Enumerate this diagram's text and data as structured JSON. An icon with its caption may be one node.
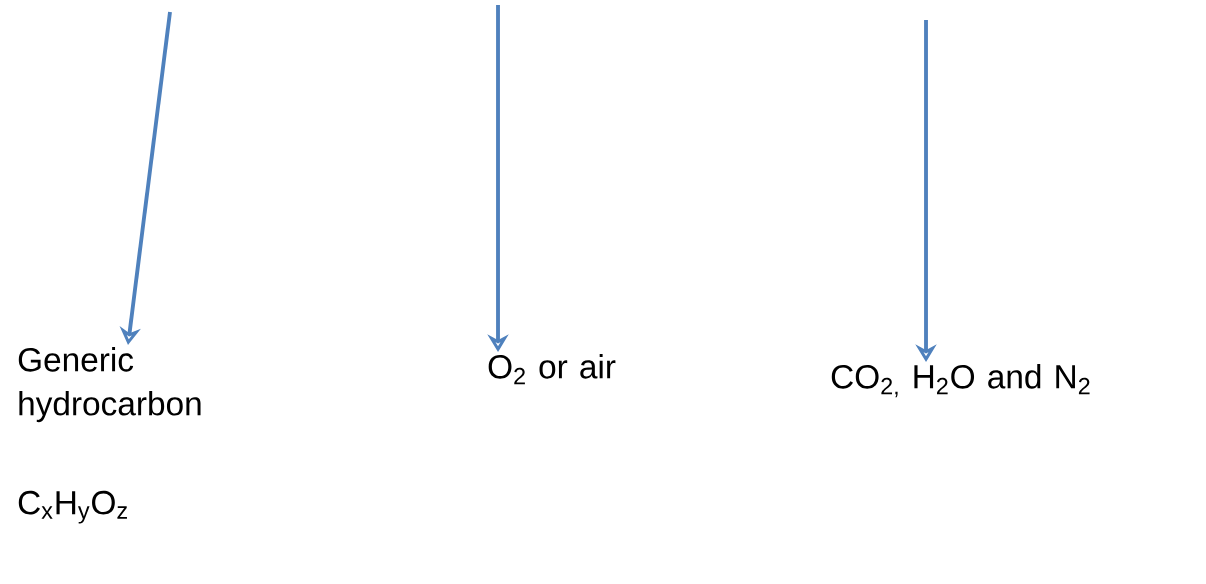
{
  "diagram": {
    "nodes": [
      {
        "text": [
          "Generic hydrocarbon",
          "C$_{x}$H$_{y}$O$_{z}$"
        ]
      },
      {
        "text": [
          "O$_{2}$ or air"
        ]
      },
      {
        "text": [
          "CO$_{2,}$ H$_{2}$O and N$_{2}$"
        ]
      }
    ],
    "edges": [
      {
        "from": null,
        "to": 0,
        "arrow": "to"
      },
      {
        "from": null,
        "to": 1,
        "arrow": "to"
      },
      {
        "from": null,
        "to": 2,
        "arrow": "to"
      }
    ]
  }
}
